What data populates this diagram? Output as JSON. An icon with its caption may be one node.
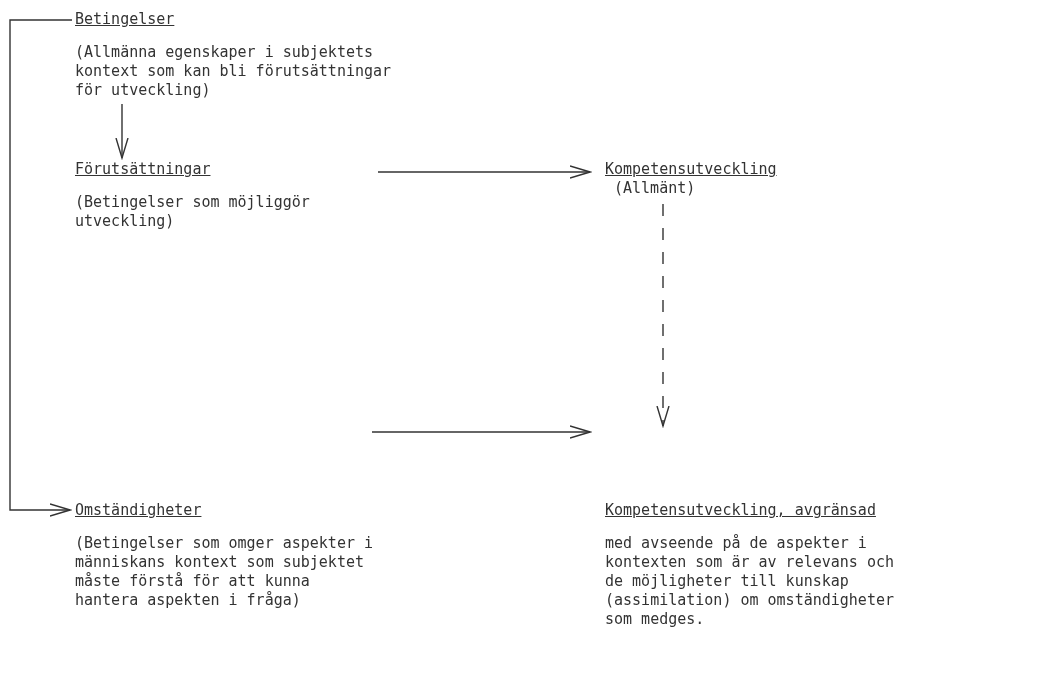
{
  "diagram": {
    "nodes": [
      {
        "text": [
          "Betingelser",
          "(Allmänna egenskaper i subjektets kontext som kan bli förutsättningar för utveckling)"
        ]
      },
      {
        "text": [
          "Förutsättningar",
          "(Betingelser som möjliggör utveckling)"
        ]
      },
      {
        "text": [
          "Kompetensutveckling",
          "(Allmänt)"
        ]
      },
      {
        "text": [
          "Omständigheter",
          "(Betingelser som omger aspekter i människans kontext som subjektet måste förstå för att kunna hantera aspekten i fråga)"
        ]
      },
      {
        "text": [
          "Kompetensutveckling, avgränsad",
          "med avseende på de aspekter i kontexten som är av relevans och de möjligheter till kunskap (assimilation) om omständigheter som medges."
        ]
      }
    ],
    "edges": [
      {
        "from": 0,
        "to": 1,
        "arrow": "to"
      },
      {
        "from": 0,
        "to": 3,
        "arrow": "to"
      },
      {
        "from": 1,
        "to": 2,
        "arrow": "to"
      },
      {
        "from": 2,
        "to": 4,
        "arrow": "to",
        "style": "dashed"
      },
      {
        "from": 3,
        "to": 4,
        "arrow": "to"
      }
    ]
  }
}
